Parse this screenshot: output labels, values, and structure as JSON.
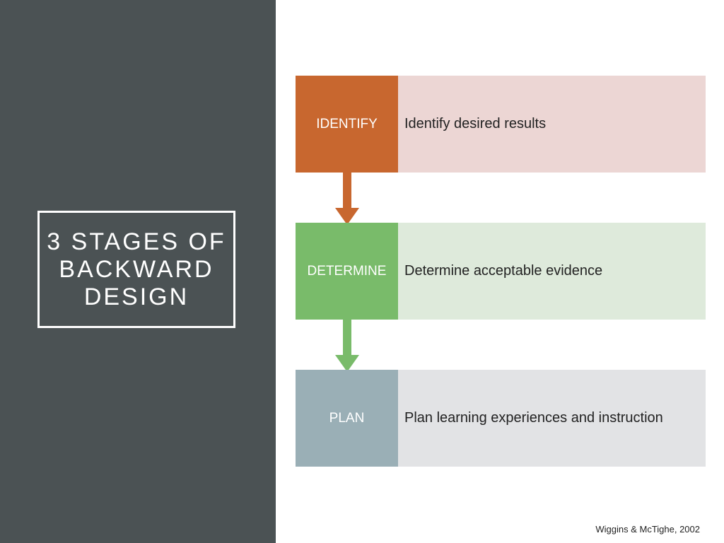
{
  "slide": {
    "title_lines": [
      "3 STAGES OF",
      "BACKWARD",
      "DESIGN"
    ],
    "citation": "Wiggins & McTighe, 2002"
  },
  "stages": [
    {
      "label": "IDENTIFY",
      "description": "Identify desired results",
      "label_color": "#c8672f",
      "desc_color": "#ecd6d4"
    },
    {
      "label": "DETERMINE",
      "description": "Determine acceptable evidence",
      "label_color": "#79bb6a",
      "desc_color": "#deeadb"
    },
    {
      "label": "PLAN",
      "description": "Plan learning experiences and instruction",
      "label_color": "#9aafb6",
      "desc_color": "#e2e3e5"
    }
  ],
  "colors": {
    "sidebar": "#4b5254",
    "arrow_1": "#c8672f",
    "arrow_2": "#79bb6a"
  }
}
